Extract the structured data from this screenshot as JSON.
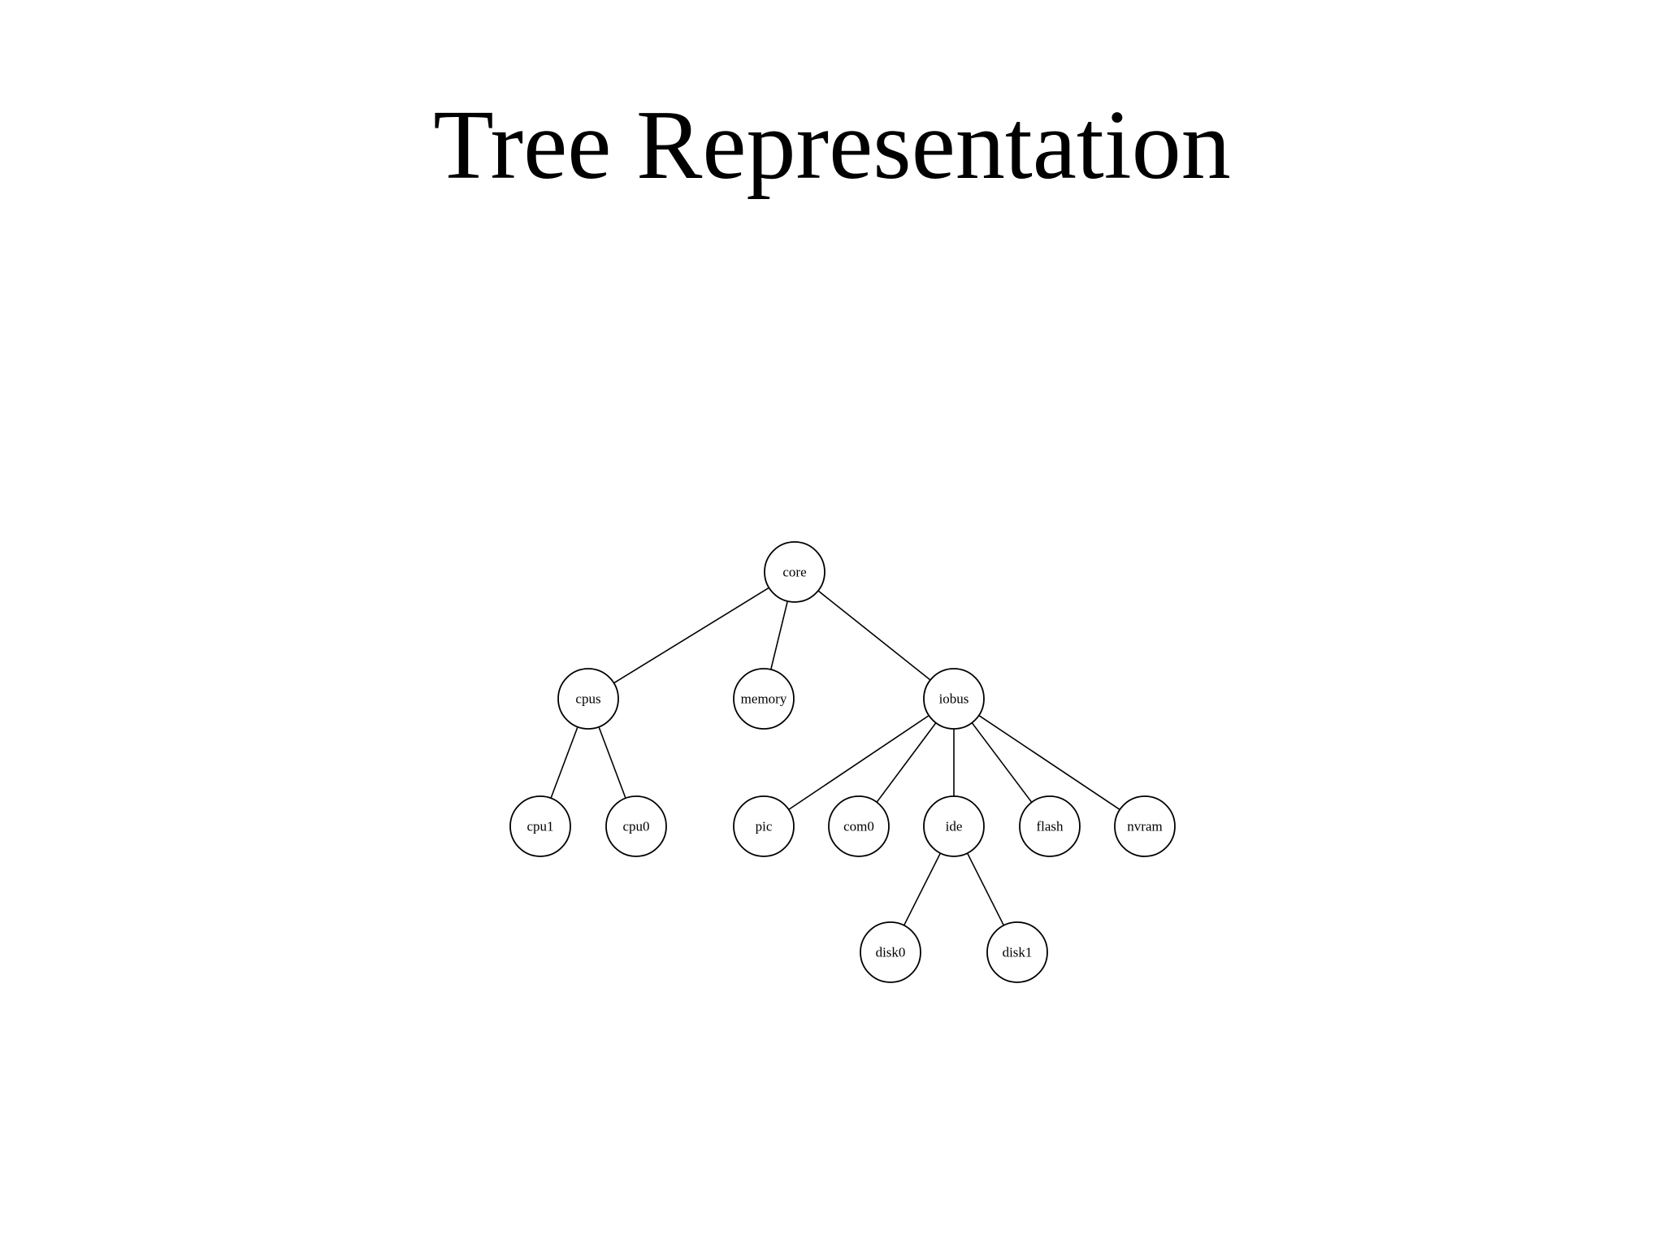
{
  "slide": {
    "title": "Tree Representation"
  },
  "tree": {
    "root": {
      "label": "core",
      "children": [
        {
          "label": "cpus",
          "children": [
            {
              "label": "cpu1",
              "children": []
            },
            {
              "label": "cpu0",
              "children": []
            }
          ]
        },
        {
          "label": "memory",
          "children": []
        },
        {
          "label": "iobus",
          "children": [
            {
              "label": "pic",
              "children": []
            },
            {
              "label": "com0",
              "children": []
            },
            {
              "label": "ide",
              "children": [
                {
                  "label": "disk0",
                  "children": []
                },
                {
                  "label": "disk1",
                  "children": []
                }
              ]
            },
            {
              "label": "flash",
              "children": []
            },
            {
              "label": "nvram",
              "children": []
            }
          ]
        }
      ]
    }
  }
}
